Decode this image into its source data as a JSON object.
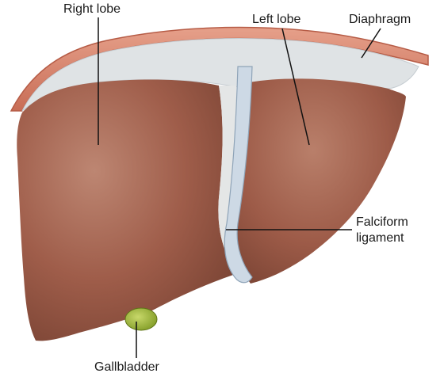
{
  "labels": {
    "right_lobe": "Right lobe",
    "left_lobe": "Left lobe",
    "diaphragm": "Diaphragm",
    "falciform_line1": "Falciform",
    "falciform_line2": "ligament",
    "gallbladder": "Gallbladder"
  },
  "colors": {
    "liver": "#9a5a48",
    "liver_highlight": "#b8806c",
    "liver_shadow": "#7a4334",
    "diaphragm": "#d98a72",
    "diaphragm_edge": "#b65c46",
    "peritoneum": "#d9dde0",
    "falciform": "#c9d6e3",
    "gallbladder": "#9ab23a",
    "leader_line": "#111111"
  }
}
